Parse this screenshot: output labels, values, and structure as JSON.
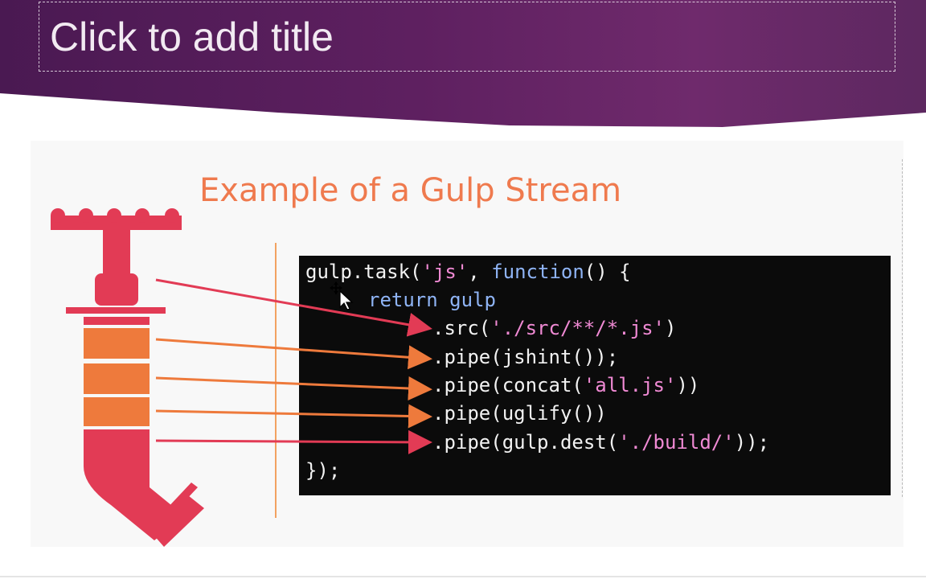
{
  "slide": {
    "title_placeholder": "Click to add title",
    "heading": "Example of a Gulp Stream"
  },
  "code": {
    "line1": {
      "a": "gulp.task(",
      "b": "'js'",
      "c": ", ",
      "d": "function",
      "e": "() {"
    },
    "line2": {
      "a": "return gulp"
    },
    "line3": {
      "a": ".src(",
      "b": "'./src/**/*.js'",
      "c": ")"
    },
    "line4": {
      "a": ".pipe(jshint());"
    },
    "line5": {
      "a": ".pipe(concat(",
      "b": "'all.js'",
      "c": "))"
    },
    "line6": {
      "a": ".pipe(uglify())"
    },
    "line7": {
      "a": ".pipe(gulp.dest(",
      "b": "'./build/'",
      "c": "));"
    },
    "line8": {
      "a": "});"
    }
  },
  "colors": {
    "header": "#5e2060",
    "heading": "#ef7a4e",
    "faucet_red": "#e23b55",
    "faucet_orange": "#ee7a3c",
    "code_bg": "#0b0b0b",
    "code_text": "#f2f2f2",
    "code_keyword": "#8fb4f5",
    "code_string": "#f08ad4"
  },
  "icons": {
    "cursor": "move-cursor-icon",
    "faucet": "faucet-pipe-icon"
  }
}
